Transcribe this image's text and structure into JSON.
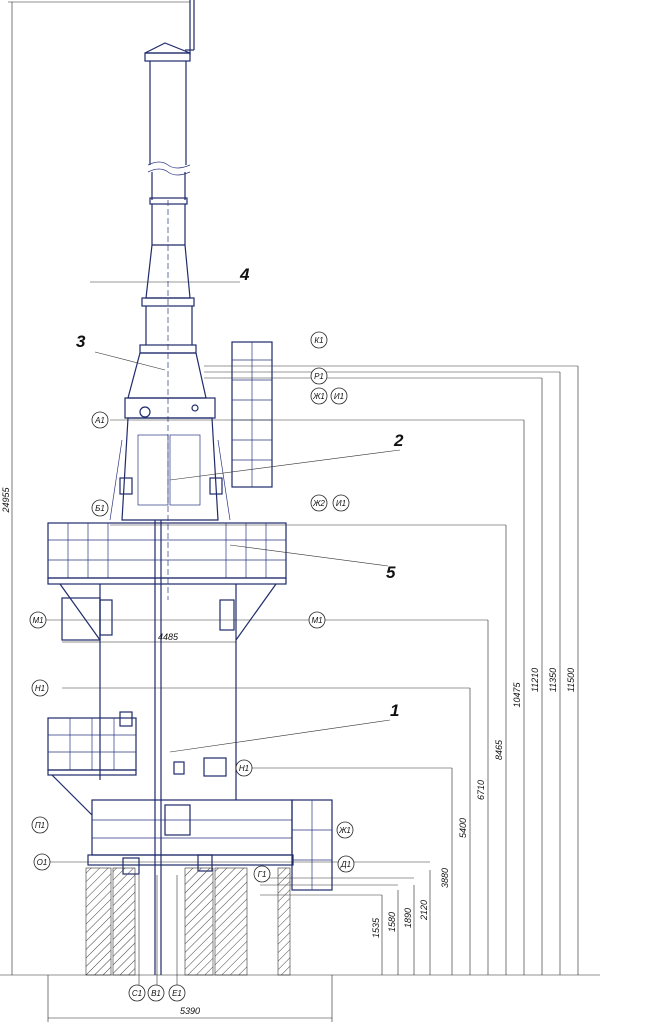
{
  "part_numbers": [
    "1",
    "2",
    "3",
    "4",
    "5"
  ],
  "markers": {
    "K1": "К1",
    "P1": "Р1",
    "Zh1": "Ж1",
    "I1": "И1",
    "A1": "А1",
    "Zh2": "Ж2",
    "I2": "И1",
    "B1": "Б1",
    "M1_left": "М1",
    "M1_right": "М1",
    "H1_left": "Н1",
    "H1_right": "Н1",
    "P1_left": "П1",
    "Zh1_right": "Ж1",
    "O1": "О1",
    "D1": "Д1",
    "G1": "Г1",
    "C1": "С1",
    "V1": "В1",
    "E1": "Е1"
  },
  "dimensions": {
    "total_height": "24955",
    "base_width": "5390",
    "platform_width": "4485",
    "levels": [
      "1535",
      "1580",
      "1890",
      "2120",
      "3880",
      "5400",
      "6710",
      "8465",
      "10475",
      "11210",
      "11350",
      "11500"
    ]
  },
  "colors": {
    "line": "#1f2a6b",
    "text": "#111111",
    "background": "#ffffff"
  }
}
